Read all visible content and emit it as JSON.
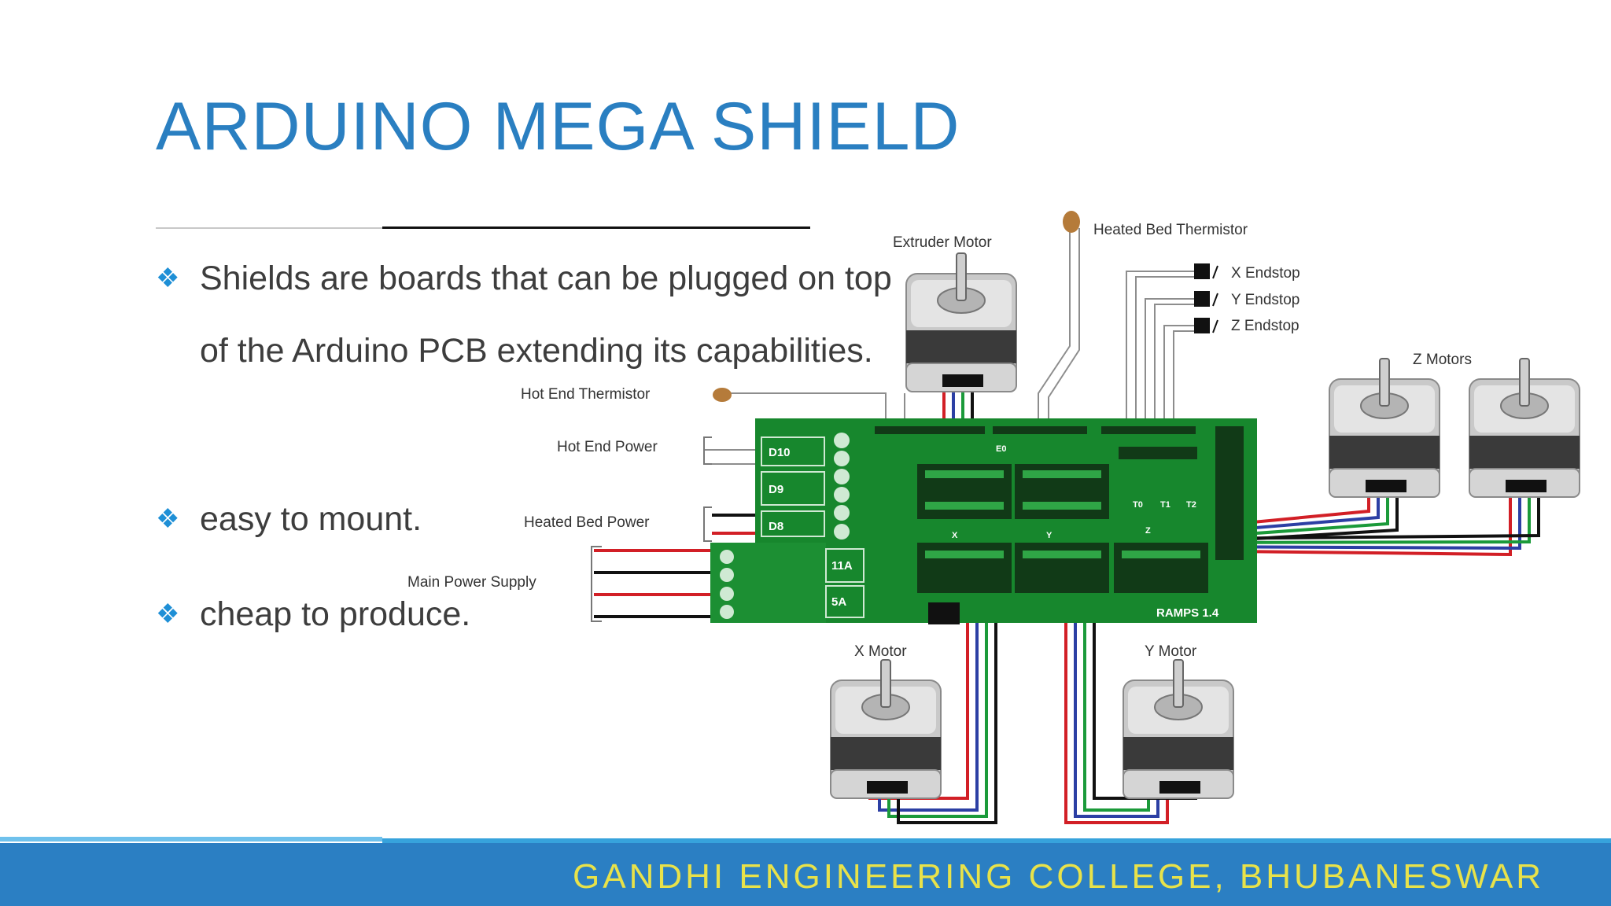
{
  "slide": {
    "title": "ARDUINO MEGA SHIELD",
    "bullet_glyph": "❖",
    "bullets": [
      "Shields are boards that can be plugged on top of the Arduino PCB extending its capabilities.",
      "easy to mount.",
      "cheap to produce."
    ],
    "footer": "GANDHI ENGINEERING COLLEGE, BHUBANESWAR"
  },
  "diagram": {
    "labels": {
      "extruder_motor": "Extruder Motor",
      "heated_bed_thermistor": "Heated Bed Thermistor",
      "x_endstop": "X Endstop",
      "y_endstop": "Y Endstop",
      "z_endstop": "Z Endstop",
      "z_motors": "Z Motors",
      "hot_end_thermistor": "Hot End Thermistor",
      "hot_end_power": "Hot End Power",
      "heated_bed_power": "Heated Bed Power",
      "main_power_supply": "Main Power Supply",
      "x_motor": "X Motor",
      "y_motor": "Y Motor"
    },
    "board": {
      "name": "RAMPS 1.4",
      "d10": "D10",
      "d9": "D9",
      "d8": "D8",
      "fuse_11a": "11A",
      "fuse_5a": "5A",
      "e0": "E0",
      "t0": "T0",
      "t1": "T1",
      "t2": "T2",
      "x": "X",
      "y": "Y",
      "z": "Z"
    },
    "colors": {
      "board_green": "#17872d",
      "wire_red": "#d21f26",
      "wire_blue": "#2c3fa4",
      "wire_green": "#1b9a3a",
      "wire_black": "#111111"
    }
  }
}
